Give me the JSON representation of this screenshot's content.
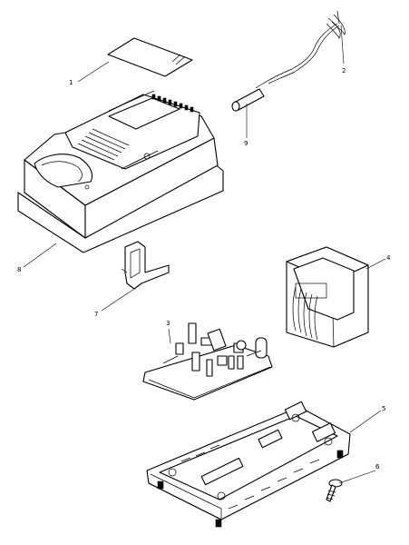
{
  "parts": [
    {
      "id": "1",
      "label": "1"
    },
    {
      "id": "2",
      "label": "2"
    },
    {
      "id": "3",
      "label": "3"
    },
    {
      "id": "4",
      "label": "4"
    },
    {
      "id": "5",
      "label": "5"
    },
    {
      "id": "6",
      "label": "6"
    },
    {
      "id": "7",
      "label": "7"
    },
    {
      "id": "8",
      "label": "8"
    },
    {
      "id": "9",
      "label": "9"
    }
  ]
}
